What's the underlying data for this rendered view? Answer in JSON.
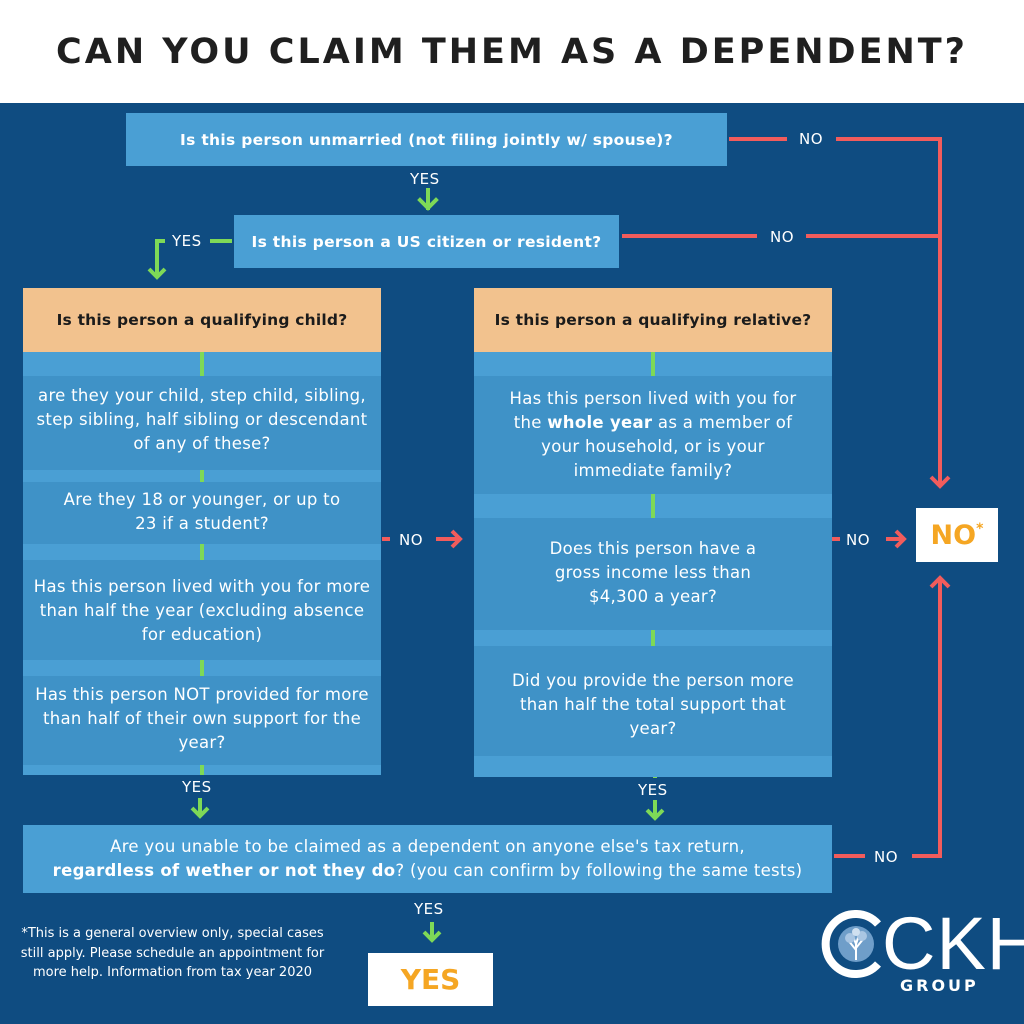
{
  "title": "CAN YOU CLAIM THEM AS A DEPENDENT?",
  "questions": {
    "unmarried": "Is this person unmarried (not filing jointly w/ spouse)?",
    "citizen": "Is this person a US citizen or resident?"
  },
  "qualifying_child": {
    "heading": "Is this person a qualifying child?",
    "tests": [
      "are they your child, step child, sibling, step sibling, half sibling or descendant of any of these?",
      "Are they 18 or younger, or up to 23 if a student?",
      "Has this person lived with you for more than half the year (excluding absence for education)",
      "Has this person NOT provided for more than half of their own support for the year?"
    ]
  },
  "qualifying_relative": {
    "heading": "Is this person a qualifying relative?",
    "tests": {
      "lived_pre": "Has this person lived with you for the",
      "lived_bold": "whole year",
      "lived_post": "as a member of your household, or is your immediate family?",
      "income": "Does this person have a gross income less than $4,300 a year?",
      "support": "Did you provide the person more than half the total support that year?"
    }
  },
  "final_question": {
    "line1": "Are you unable to be claimed as a dependent on anyone else's tax return,",
    "bold": "regardless of wether or not they do",
    "rest": "? (you can confirm by following the same tests)"
  },
  "labels": {
    "yes": "YES",
    "no": "NO"
  },
  "outcomes": {
    "no": "NO",
    "no_mark": "*",
    "yes": "YES"
  },
  "footnote": "*This is a general overview only, special cases still apply. Please schedule an appointment for more help. Information from tax year 2020",
  "logo": {
    "name": "CKH",
    "sub": "GROUP"
  },
  "colors": {
    "background": "#0f4c81",
    "box": "#4a9fd4",
    "heading_box": "#f2c28e",
    "yes_arrow": "#7ed957",
    "no_arrow": "#f25c5c",
    "outcome_text": "#f5a623"
  }
}
